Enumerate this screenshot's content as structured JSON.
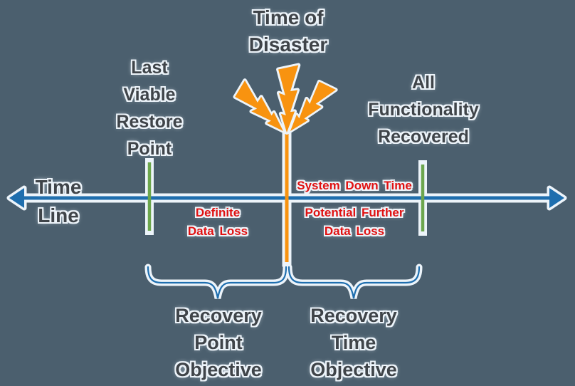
{
  "colors": {
    "background": "#4b5f6e",
    "timeline_blue": "#1e6eae",
    "tick_green": "#6ca64d",
    "disaster_orange": "#f89310",
    "alert_red": "#e01111",
    "label_gray": "#3f4449",
    "glow_white": "#edf4fa"
  },
  "labels": {
    "time_of_disaster": [
      "Time of",
      "Disaster"
    ],
    "last_viable_restore_point": [
      "Last",
      "Viable",
      "Restore",
      "Point"
    ],
    "all_functionality_recovered": [
      "All",
      "Functionality",
      "Recovered"
    ],
    "time_line": [
      "Time",
      "Line"
    ],
    "system_down_time": "System Down Time",
    "definite_data_loss": [
      "Definite",
      "Data Loss"
    ],
    "potential_further_data_loss": [
      "Potential Further",
      "Data Loss"
    ],
    "recovery_point_objective": [
      "Recovery",
      "Point",
      "Objective"
    ],
    "recovery_time_objective": [
      "Recovery",
      "Time",
      "Objective"
    ]
  },
  "icons": {
    "lightning_bolt_count": 3
  }
}
